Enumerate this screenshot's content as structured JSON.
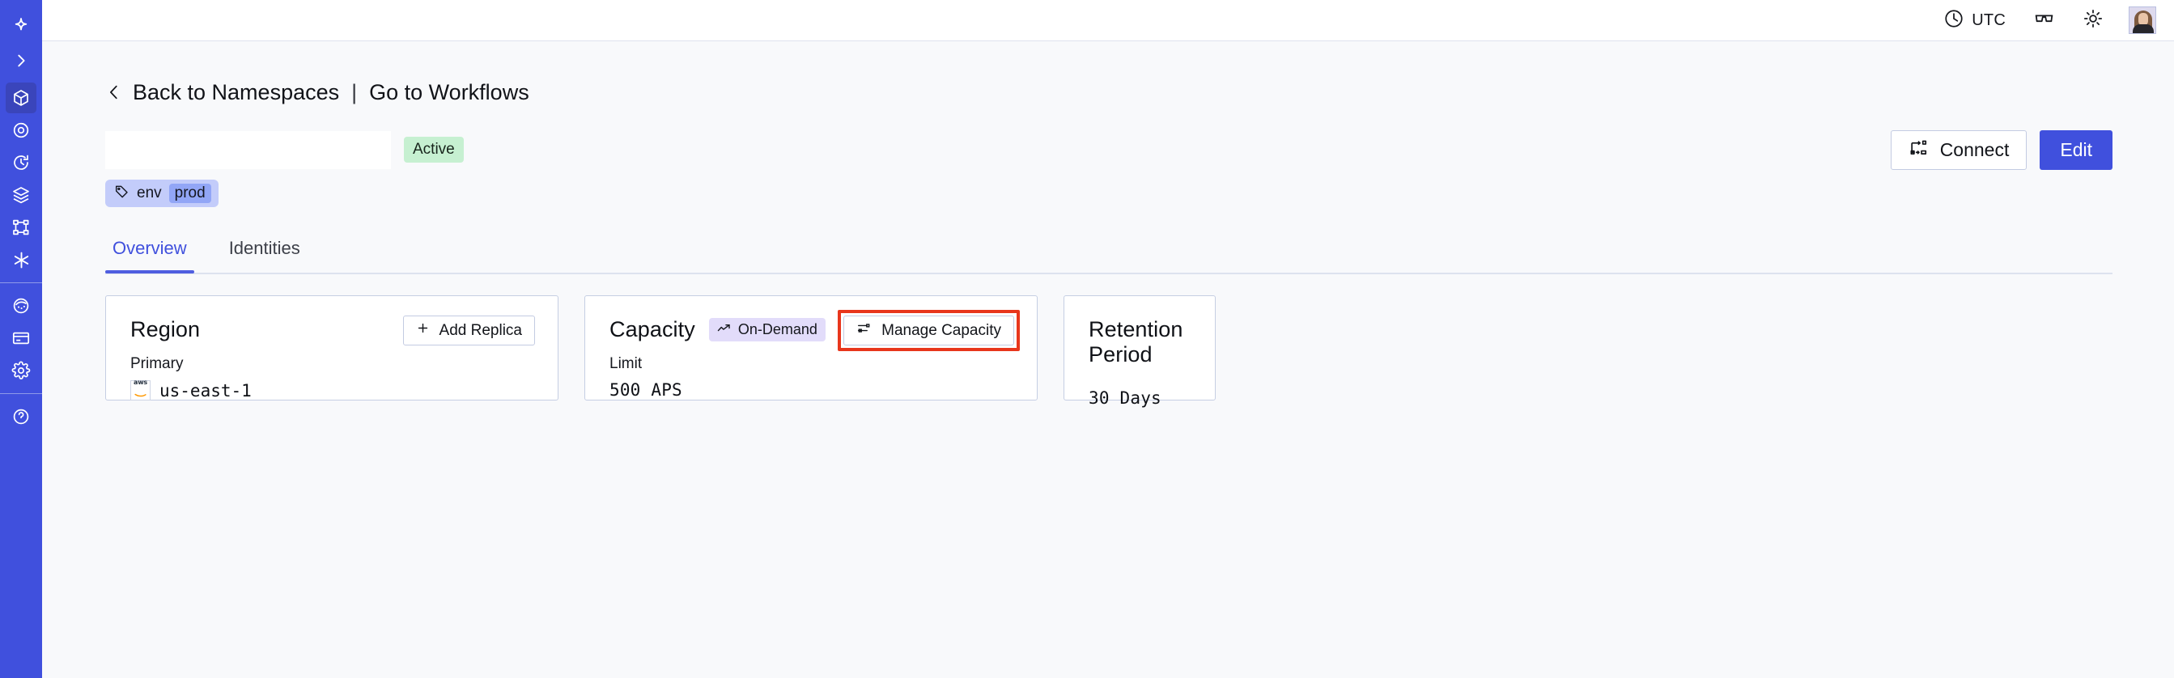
{
  "sidebar": {
    "logo_icon": "four-point-star-logo",
    "expand_icon": "chevron-right-icon",
    "items": [
      {
        "icon": "cube-icon",
        "name": "namespaces",
        "active": true
      },
      {
        "icon": "eye-target-icon",
        "name": "observability",
        "active": false
      },
      {
        "icon": "clock-history-icon",
        "name": "schedules",
        "active": false
      },
      {
        "icon": "layers-icon",
        "name": "stack",
        "active": false
      },
      {
        "icon": "workflow-branch-icon",
        "name": "workflows",
        "active": false
      },
      {
        "icon": "asterisk-icon",
        "name": "integrations",
        "active": false
      }
    ],
    "items_secondary": [
      {
        "icon": "palette-globe-icon",
        "name": "appearance",
        "active": false
      },
      {
        "icon": "credit-card-icon",
        "name": "billing",
        "active": false
      },
      {
        "icon": "gear-icon",
        "name": "settings",
        "active": false
      }
    ]
  },
  "topbar": {
    "timezone_label": "UTC",
    "clock_icon": "clock-icon",
    "glasses_icon": "glasses-icon",
    "theme_icon": "sun-icon",
    "avatar_alt": "user-avatar"
  },
  "breadcrumb": {
    "back_icon": "chevron-left-icon",
    "back_label": "Back to Namespaces",
    "separator": "|",
    "forward_label": "Go to Workflows"
  },
  "namespace": {
    "name": "",
    "status": "Active",
    "tag": {
      "icon": "tag-icon",
      "key": "env",
      "value": "prod"
    }
  },
  "header_actions": {
    "connect_label": "Connect",
    "connect_icon": "connect-icon",
    "edit_label": "Edit"
  },
  "tabs": [
    {
      "label": "Overview",
      "active": true
    },
    {
      "label": "Identities",
      "active": false
    }
  ],
  "cards": {
    "region": {
      "title": "Region",
      "button_label": "Add Replica",
      "button_icon": "plus-icon",
      "sublabel": "Primary",
      "provider_icon": "aws-logo",
      "provider_text": "aws",
      "value": "us-east-1"
    },
    "capacity": {
      "title": "Capacity",
      "badge_label": "On-Demand",
      "badge_icon": "trending-up-icon",
      "button_label": "Manage Capacity",
      "button_icon": "sliders-icon",
      "sublabel": "Limit",
      "value": "500 APS"
    },
    "retention": {
      "title": "Retention Period",
      "value": "30 Days"
    }
  },
  "annotation": {
    "target": "manage-capacity-button",
    "color": "#e8361c"
  },
  "colors": {
    "brand_indigo": "#4050dd",
    "sidebar_active": "#3a45bb",
    "page_bg": "#f8f9fb",
    "card_border": "#c5cee3",
    "status_active_bg": "#c6f0d1",
    "tag_bg": "#c3ccfa",
    "tag_value_bg": "#92a6f6",
    "badge_ondemand_bg": "#e2dcfa",
    "annotation_red": "#e8361c"
  }
}
